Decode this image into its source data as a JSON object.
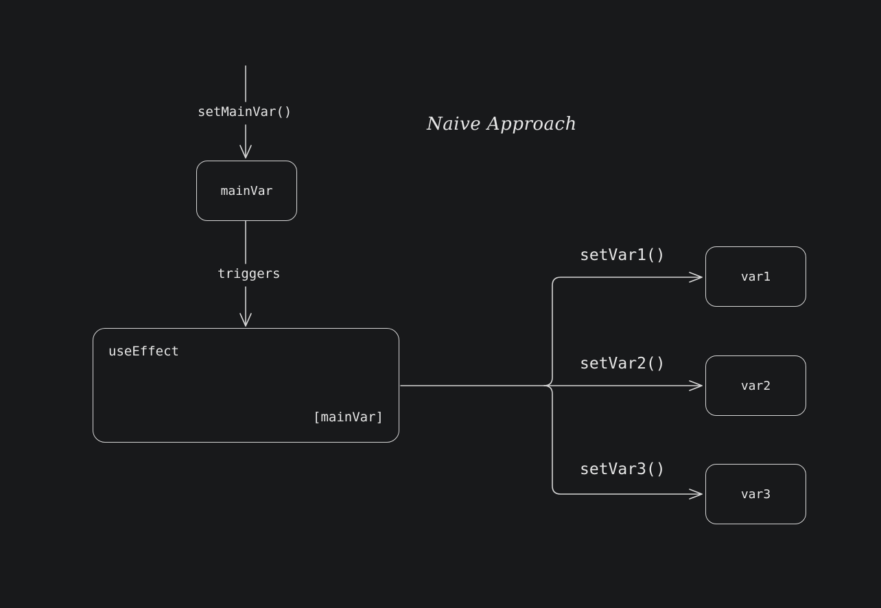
{
  "title": "Naive Approach",
  "edges": {
    "setter_label": "setMainVar()",
    "trigger_label": "triggers",
    "branch_labels": [
      "setVar1()",
      "setVar2()",
      "setVar3()"
    ]
  },
  "nodes": {
    "main_var": "mainVar",
    "use_effect": {
      "name": "useEffect",
      "deps": "[mainVar]"
    },
    "targets": [
      "var1",
      "var2",
      "var3"
    ]
  },
  "colors": {
    "background": "#18191b",
    "stroke": "#d8d8d8",
    "text": "#e6e6e6"
  }
}
